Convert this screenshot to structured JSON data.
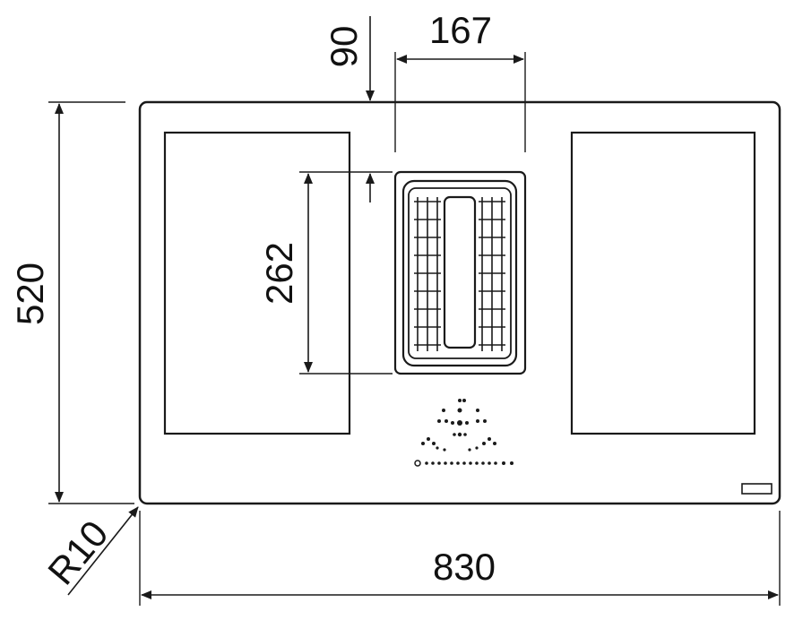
{
  "dimensions": {
    "width_overall": "830",
    "depth_overall": "520",
    "vent_width": "167",
    "vent_depth": "262",
    "vent_offset": "90",
    "corner_radius": "R10"
  },
  "colors": {
    "line": "#1a1a1a",
    "background": "#ffffff"
  },
  "icons": {
    "control_panel": "touch-controls-icon",
    "vent_grille": "grille-icon",
    "badge": "logo-badge-icon"
  }
}
